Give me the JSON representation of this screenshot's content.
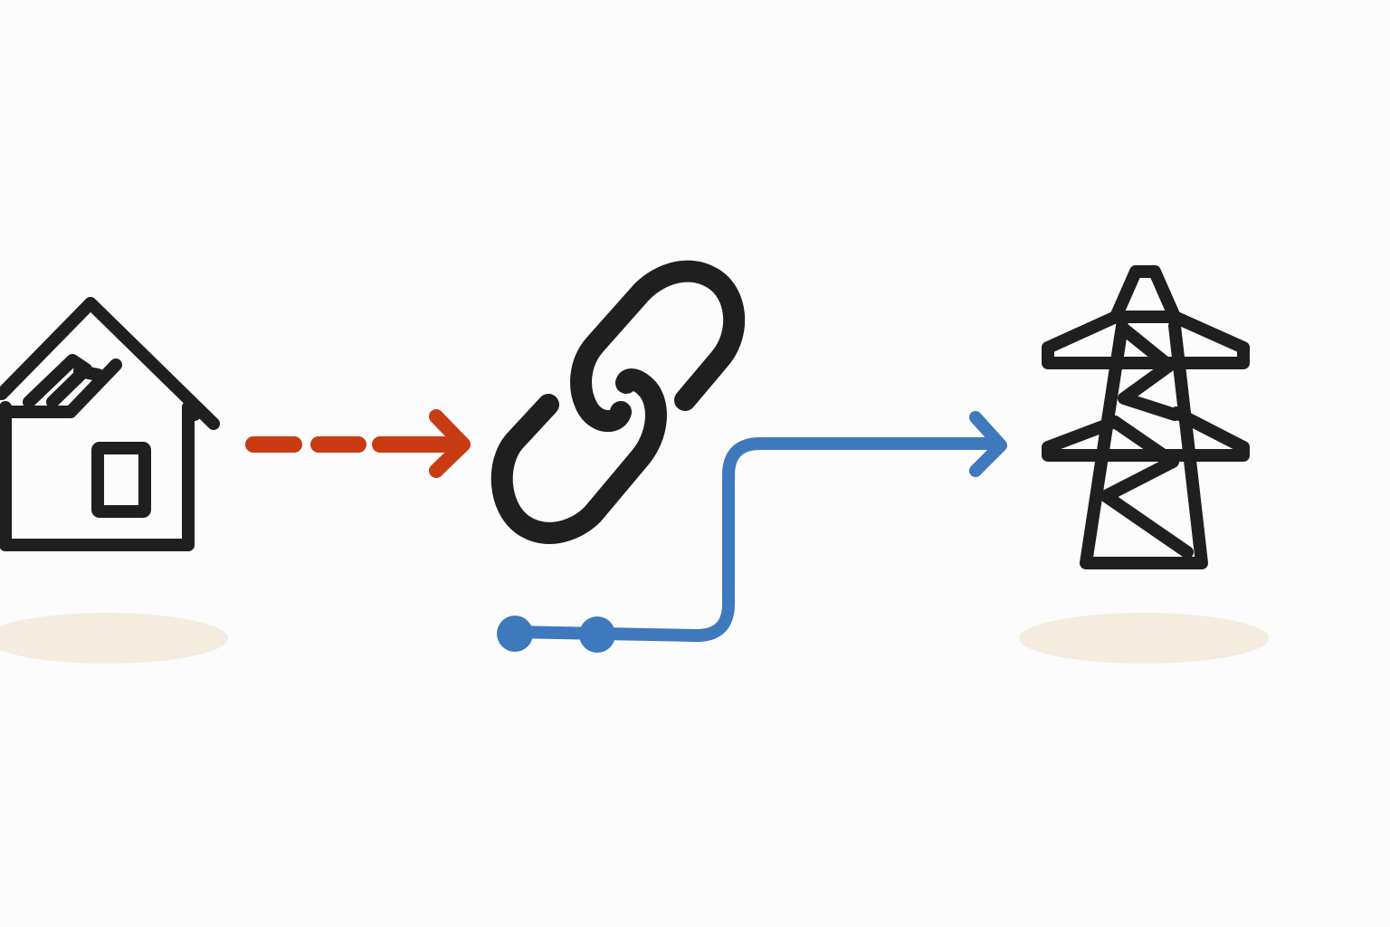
{
  "diagram": {
    "nodes": [
      {
        "id": "house",
        "icon": "house-icon"
      },
      {
        "id": "link",
        "icon": "chain-link-icon"
      },
      {
        "id": "tower",
        "icon": "power-tower-icon"
      }
    ],
    "edges": [
      {
        "from": "house",
        "to": "link",
        "style": "dashed",
        "icon": "dashed-arrow-icon"
      },
      {
        "from": "link",
        "to": "tower",
        "style": "solid",
        "icon": "solid-arrow-icon"
      }
    ]
  },
  "colors": {
    "background": "#fcfcfc",
    "ink": "#1f1f1f",
    "dashed_arrow": "#c83c14",
    "solid_arrow": "#3e78bd",
    "shadow": "#f3ecdf"
  }
}
